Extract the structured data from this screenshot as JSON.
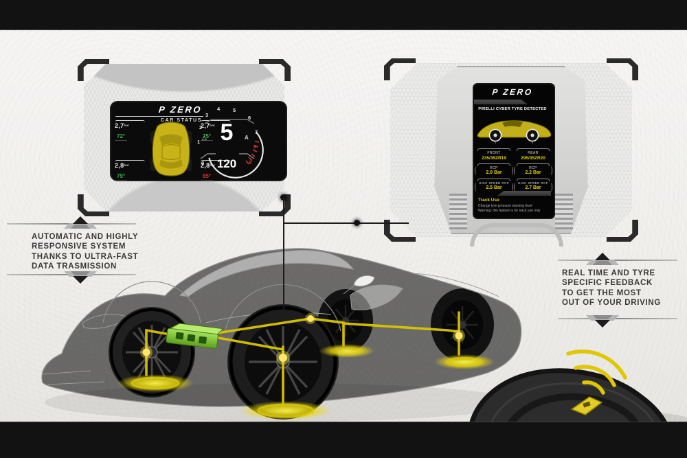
{
  "annotations": {
    "left": {
      "lines": [
        "AUTOMATIC AND HIGHLY",
        "RESPONSIVE SYSTEM",
        "THANKS TO ULTRA-FAST",
        "DATA TRASMISSION"
      ]
    },
    "right": {
      "lines": [
        "REAL TIME AND TYRE",
        "SPECIFIC FEEDBACK",
        "TO GET THE MOST",
        "OUT OF YOUR DRIVING"
      ]
    }
  },
  "cluster": {
    "brand": "P ZERO",
    "subtitle": "CAR STATUS",
    "units": {
      "pressure": "bar"
    },
    "tyres": {
      "front_left": {
        "pressure": "2,7",
        "temp": "72°"
      },
      "front_right": {
        "pressure": "2,7",
        "temp": "75°"
      },
      "rear_left": {
        "pressure": "2,8",
        "temp": "79°"
      },
      "rear_right": {
        "pressure": "2,8",
        "temp": "85°"
      }
    },
    "tachometer": {
      "ticks": [
        "0",
        "1",
        "2",
        "3",
        "4",
        "5",
        "6",
        "7",
        "8",
        "9"
      ],
      "gear": "5",
      "warning_triangle": "△",
      "auto_indicator": "A",
      "speed": "120"
    }
  },
  "console": {
    "brand": "P ZERO",
    "status": "PIRELLI CYBER TYRE DETECTED",
    "front": {
      "label": "FRONT",
      "size": "235/35ZR19",
      "rcp_label": "RCP",
      "rcp": "2.0 Bar",
      "hs_label": "HIGH SPEED RCP",
      "hs": "2.5 Bar"
    },
    "rear": {
      "label": "REAR",
      "size": "295/35ZR20",
      "rcp_label": "RCP",
      "rcp": "2.2 Bar",
      "hs_label": "HIGH SPEED RCP",
      "hs": "2.7 Bar"
    },
    "footer": {
      "title": "Track Use",
      "line1": "Change tyre pressure warning level",
      "line2": "Warning: this feature is for track use only"
    }
  },
  "colors": {
    "accent_yellow": "#e2cf00",
    "status_green": "#2fae4d",
    "status_red": "#d23328",
    "ecu_green": "#7cc832"
  }
}
